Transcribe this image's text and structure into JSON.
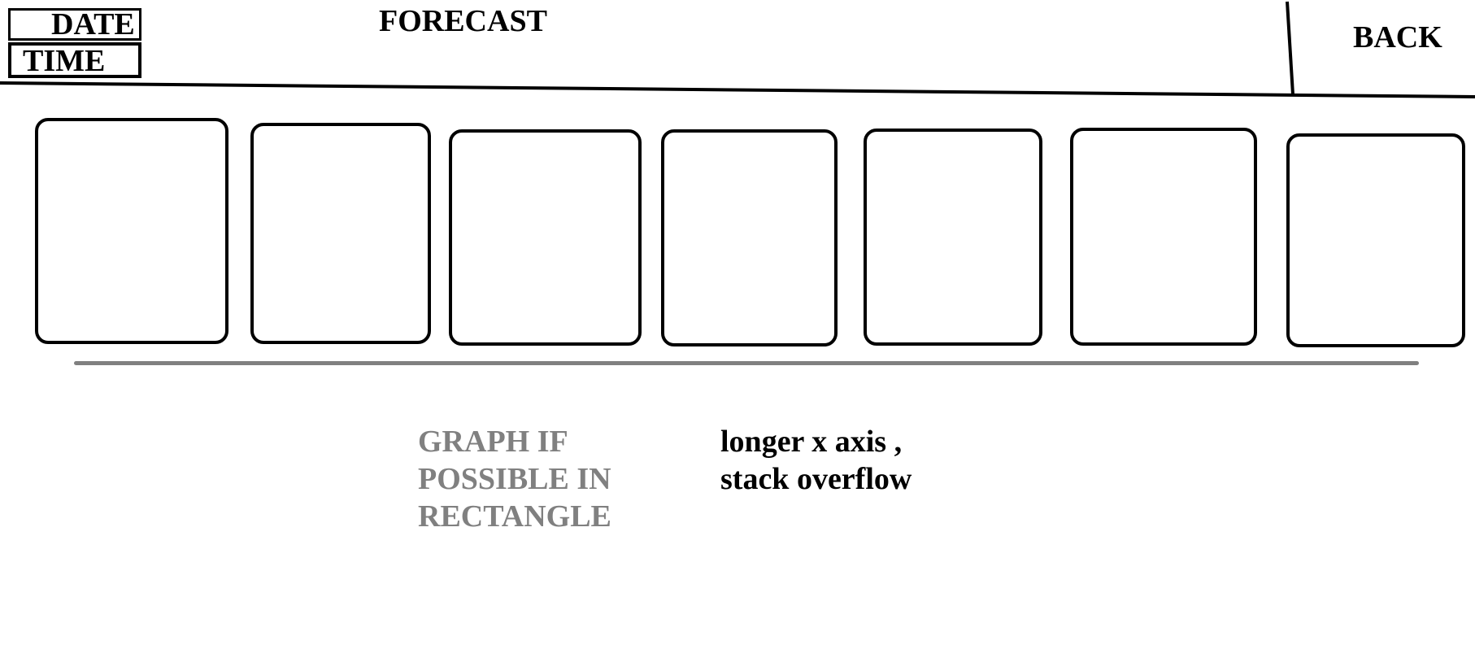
{
  "header": {
    "date_label": "DATE",
    "time_label": "TIME",
    "title": "FORECAST",
    "back_label": "BACK"
  },
  "forecast_cards": [
    {
      "id": "day-1"
    },
    {
      "id": "day-2"
    },
    {
      "id": "day-3"
    },
    {
      "id": "day-4"
    },
    {
      "id": "day-5"
    },
    {
      "id": "day-6"
    },
    {
      "id": "day-7"
    }
  ],
  "graph_section": {
    "note_lines": [
      "GRAPH IF",
      "POSSIBLE IN",
      "RECTANGLE"
    ],
    "axis_note_lines": [
      "longer x axis ,",
      "stack overflow"
    ]
  },
  "colors": {
    "ink": "#000000",
    "muted_text": "#808080",
    "divider": "#808080",
    "background": "#ffffff"
  }
}
